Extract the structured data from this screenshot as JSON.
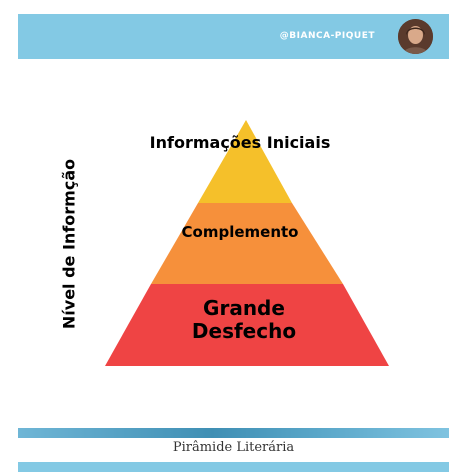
{
  "header": {
    "handle": "@BIANCA-PIQUET",
    "avatar_icon": "profile-photo-icon",
    "color": "#83c9e4"
  },
  "diagram": {
    "axis_label": "Nível de Informção",
    "tiers": [
      {
        "label": "Informações Iniciais",
        "color": "#f5c02a"
      },
      {
        "label": "Complemento",
        "color": "#f6903b"
      },
      {
        "label": "Grande Desfecho",
        "color": "#ef4444"
      }
    ]
  },
  "footer": {
    "caption": "Pirâmide Literária"
  }
}
